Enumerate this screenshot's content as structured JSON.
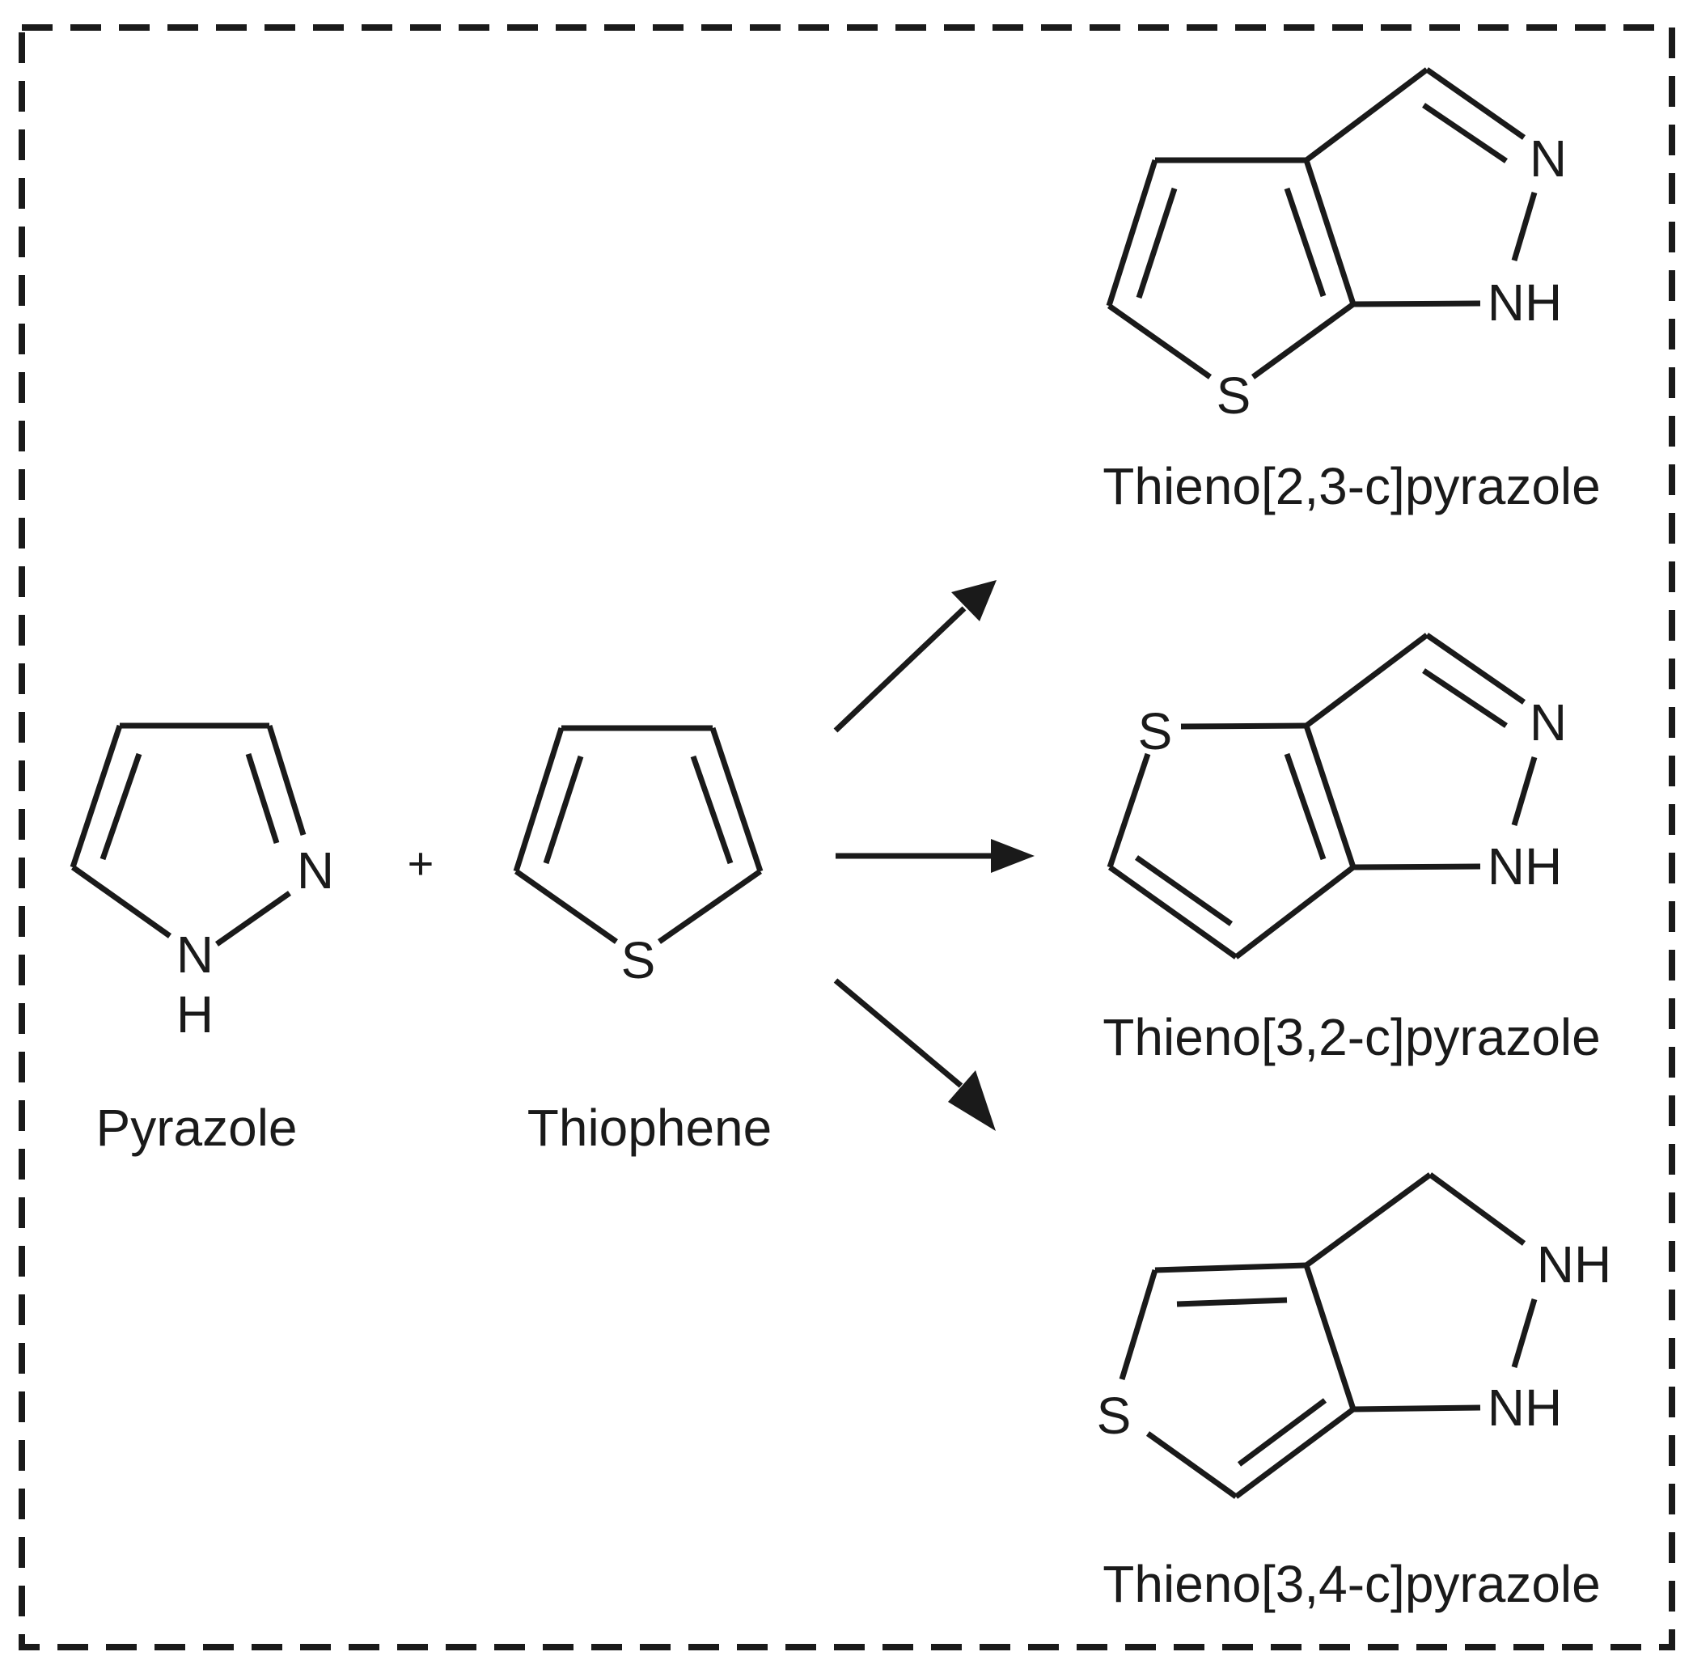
{
  "reactants": {
    "pyrazole": {
      "name": "Pyrazole",
      "atoms": {
        "n1": "N",
        "n2": "N",
        "h": "H"
      }
    },
    "plus": "+",
    "thiophene": {
      "name": "Thiophene",
      "atoms": {
        "s": "S"
      }
    }
  },
  "products": [
    {
      "name": "Thieno[2,3-c]pyrazole",
      "atoms": {
        "s": "S",
        "n": "N",
        "nh": "NH"
      }
    },
    {
      "name": "Thieno[3,2-c]pyrazole",
      "atoms": {
        "s": "S",
        "n": "N",
        "nh": "NH"
      }
    },
    {
      "name": "Thieno[3,4-c]pyrazole",
      "atoms": {
        "s": "S",
        "nh1": "NH",
        "nh2": "NH"
      }
    }
  ],
  "arrows": {
    "count": 3,
    "color": "#1a1a1a"
  },
  "frame": {
    "style": "dashed",
    "color": "#1a1a1a"
  }
}
